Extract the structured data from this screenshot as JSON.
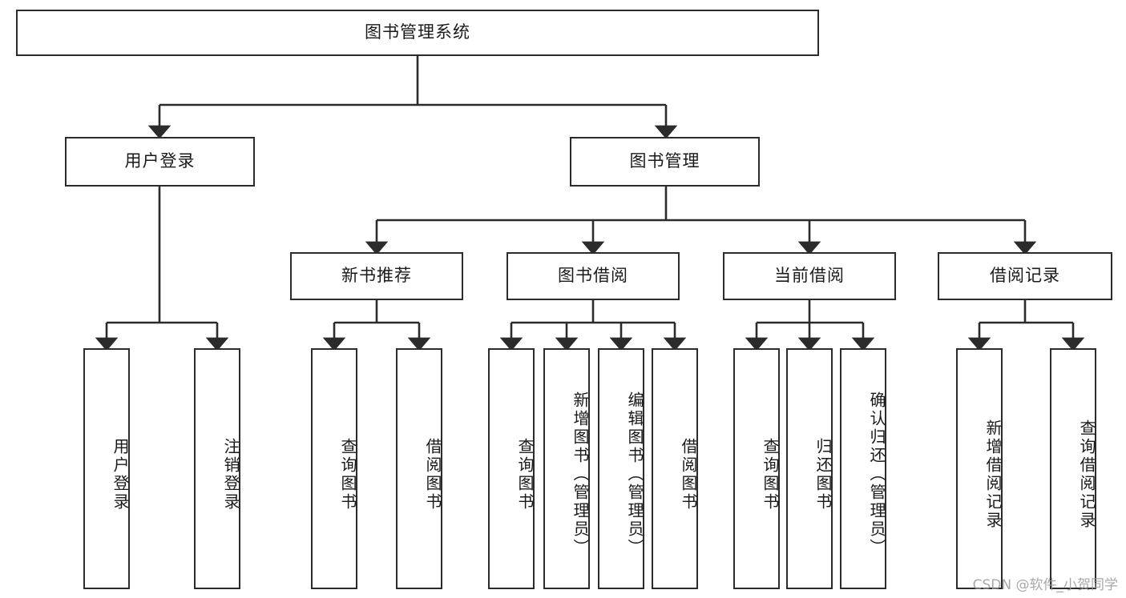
{
  "diagram": {
    "type": "tree",
    "title": "图书管理系统",
    "watermark": "CSDN @软件_小贺同学",
    "colors": {
      "background": "#ffffff",
      "box_border": "#2b2b2b",
      "box_fill": "#ffffff",
      "text": "#1a1a1a",
      "edge": "#2b2b2b",
      "watermark": "#9a9a9a"
    },
    "root": {
      "label": "图书管理系统"
    },
    "level2": [
      {
        "label": "用户登录"
      },
      {
        "label": "图书管理"
      }
    ],
    "level3": [
      {
        "label": "新书推荐"
      },
      {
        "label": "图书借阅"
      },
      {
        "label": "当前借阅"
      },
      {
        "label": "借阅记录"
      }
    ],
    "leaves": {
      "user_login": [
        {
          "label": "用户登录"
        },
        {
          "label": "注销登录"
        }
      ],
      "new_book_recommend": [
        {
          "label": "查询图书"
        },
        {
          "label": "借阅图书"
        }
      ],
      "book_borrow": [
        {
          "label": "查询图书"
        },
        {
          "label": "新增图书（管理员）"
        },
        {
          "label": "编辑图书（管理员）"
        },
        {
          "label": "借阅图书"
        }
      ],
      "current_borrow": [
        {
          "label": "查询图书"
        },
        {
          "label": "归还图书"
        },
        {
          "label": "确认归还（管理员）"
        }
      ],
      "borrow_record": [
        {
          "label": "新增借阅记录"
        },
        {
          "label": "查询借阅记录"
        }
      ]
    }
  }
}
